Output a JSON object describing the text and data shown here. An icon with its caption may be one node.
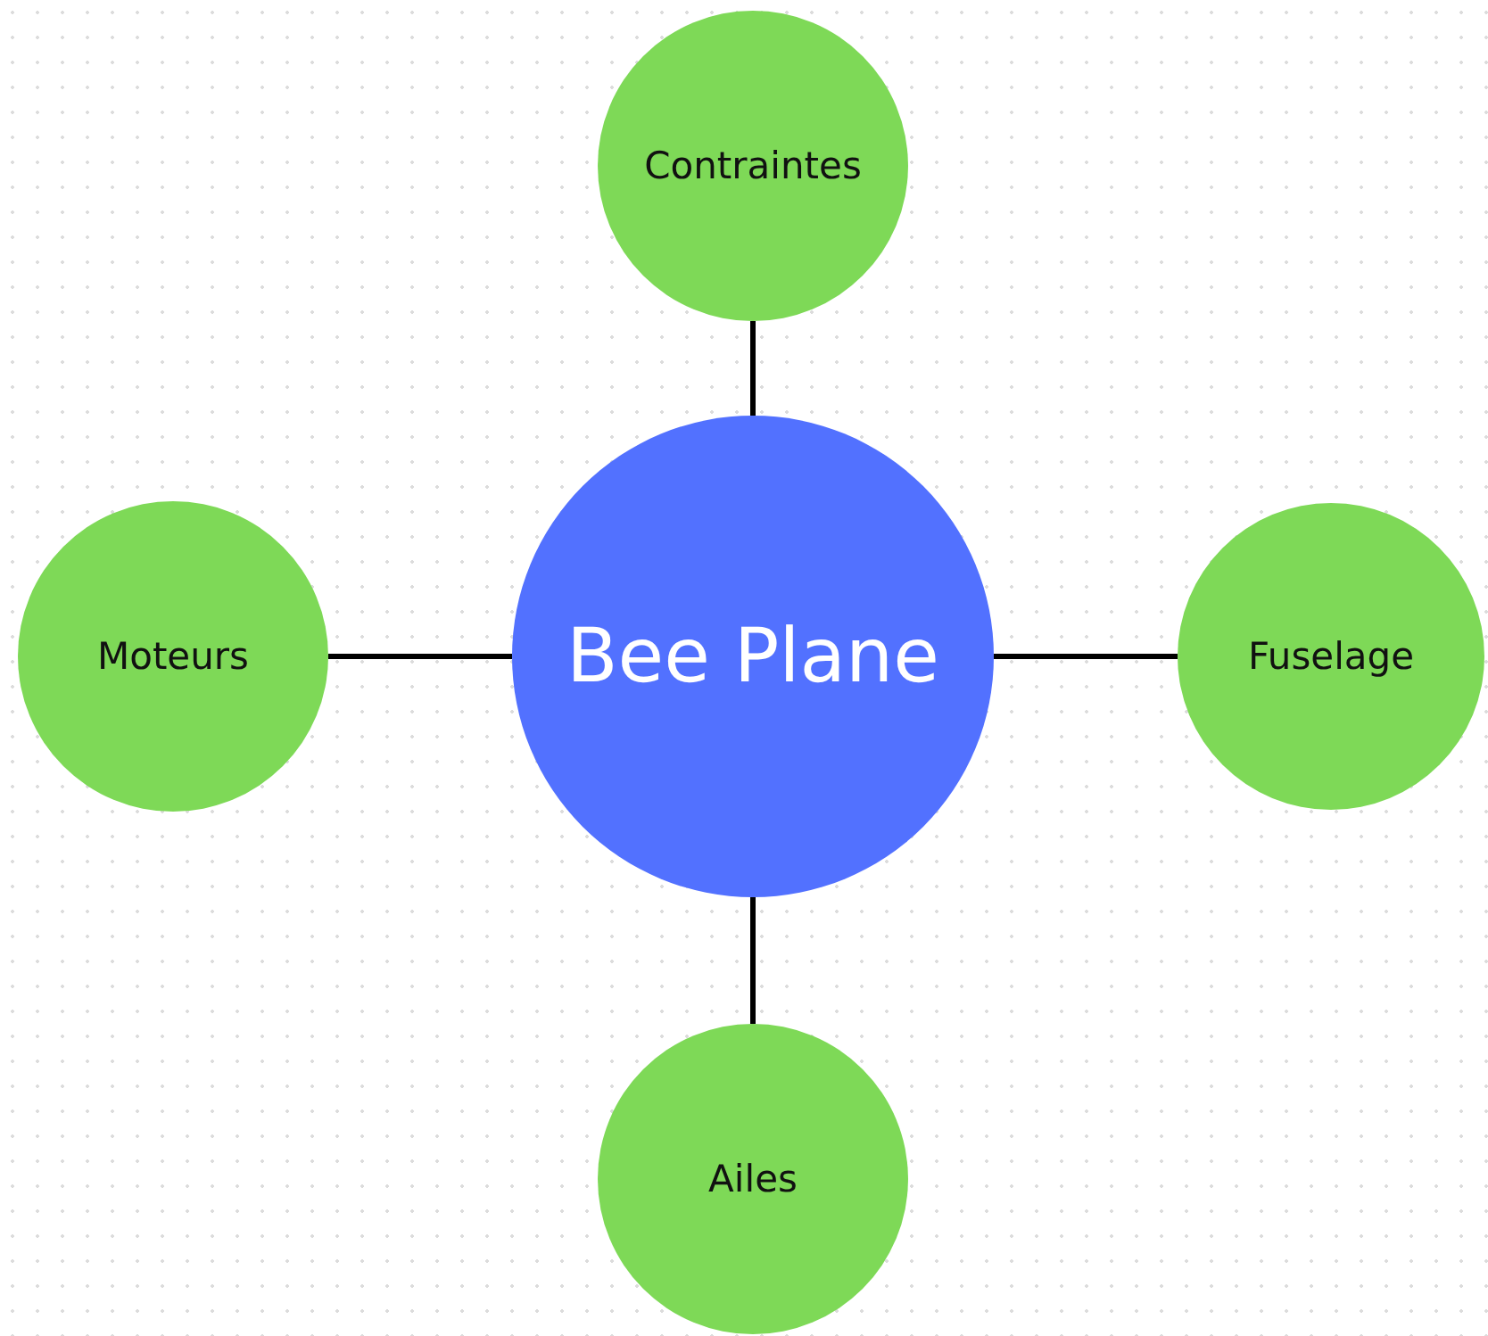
{
  "diagram": {
    "nodes": [
      {
        "text": [
          "Contraintes"
        ]
      },
      {
        "text": [
          "Moteurs"
        ]
      },
      {
        "text": [
          "Bee Plane"
        ]
      },
      {
        "text": [
          "Fuselage"
        ]
      },
      {
        "text": [
          "Ailes"
        ]
      }
    ],
    "edges": [
      {
        "from": 2,
        "to": 0,
        "arrow": "none"
      },
      {
        "from": 2,
        "to": 1,
        "arrow": "none"
      },
      {
        "from": 2,
        "to": 3,
        "arrow": "none"
      },
      {
        "from": 2,
        "to": 4,
        "arrow": "none"
      }
    ]
  }
}
